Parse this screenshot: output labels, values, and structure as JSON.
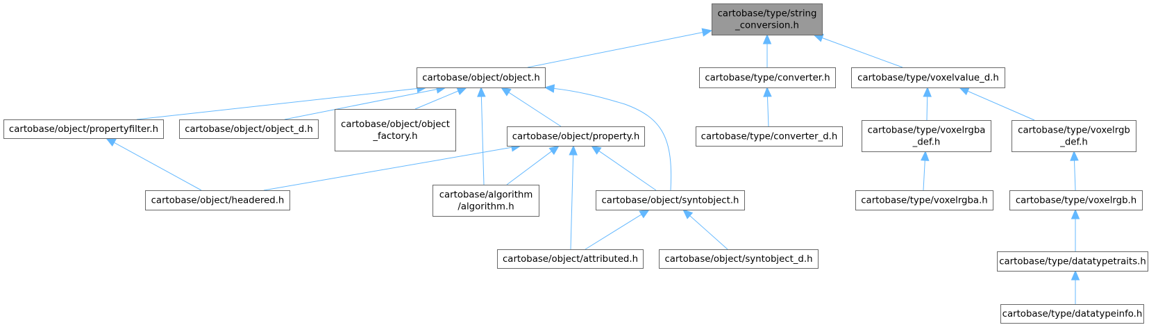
{
  "diagram": {
    "type": "include-dependency-graph",
    "colors": {
      "edge": "#63b8ff",
      "root_fill": "#999999",
      "node_fill": "#ffffff",
      "node_border": "#666666"
    },
    "nodes": [
      {
        "id": "string_conversion",
        "lines": [
          "cartobase/type/string",
          "_conversion.h"
        ],
        "root": true
      },
      {
        "id": "object",
        "lines": [
          "cartobase/object/object.h"
        ]
      },
      {
        "id": "converter",
        "lines": [
          "cartobase/type/converter.h"
        ]
      },
      {
        "id": "voxelvalue_d",
        "lines": [
          "cartobase/type/voxelvalue_d.h"
        ]
      },
      {
        "id": "propertyfilter",
        "lines": [
          "cartobase/object/propertyfilter.h"
        ]
      },
      {
        "id": "object_d",
        "lines": [
          "cartobase/object/object_d.h"
        ]
      },
      {
        "id": "object_factory",
        "lines": [
          "cartobase/object/object",
          "_factory.h"
        ]
      },
      {
        "id": "property",
        "lines": [
          "cartobase/object/property.h"
        ]
      },
      {
        "id": "converter_d",
        "lines": [
          "cartobase/type/converter_d.h"
        ]
      },
      {
        "id": "voxelrgba_def",
        "lines": [
          "cartobase/type/voxelrgba",
          "_def.h"
        ]
      },
      {
        "id": "voxelrgb_def",
        "lines": [
          "cartobase/type/voxelrgb",
          "_def.h"
        ]
      },
      {
        "id": "headered",
        "lines": [
          "cartobase/object/headered.h"
        ]
      },
      {
        "id": "algorithm",
        "lines": [
          "cartobase/algorithm",
          "/algorithm.h"
        ]
      },
      {
        "id": "syntobject",
        "lines": [
          "cartobase/object/syntobject.h"
        ]
      },
      {
        "id": "voxelrgba",
        "lines": [
          "cartobase/type/voxelrgba.h"
        ]
      },
      {
        "id": "voxelrgb",
        "lines": [
          "cartobase/type/voxelrgb.h"
        ]
      },
      {
        "id": "attributed",
        "lines": [
          "cartobase/object/attributed.h"
        ]
      },
      {
        "id": "syntobject_d",
        "lines": [
          "cartobase/object/syntobject_d.h"
        ]
      },
      {
        "id": "datatypetraits",
        "lines": [
          "cartobase/type/datatypetraits.h"
        ]
      },
      {
        "id": "datatypeinfo",
        "lines": [
          "cartobase/type/datatypeinfo.h"
        ]
      }
    ],
    "edges": [
      {
        "from": "object",
        "to": "string_conversion"
      },
      {
        "from": "converter",
        "to": "string_conversion"
      },
      {
        "from": "voxelvalue_d",
        "to": "string_conversion"
      },
      {
        "from": "propertyfilter",
        "to": "object"
      },
      {
        "from": "object_d",
        "to": "object"
      },
      {
        "from": "object_factory",
        "to": "object"
      },
      {
        "from": "algorithm",
        "to": "object"
      },
      {
        "from": "property",
        "to": "object"
      },
      {
        "from": "syntobject",
        "to": "object"
      },
      {
        "from": "converter_d",
        "to": "converter"
      },
      {
        "from": "voxelrgba_def",
        "to": "voxelvalue_d"
      },
      {
        "from": "voxelrgb_def",
        "to": "voxelvalue_d"
      },
      {
        "from": "headered",
        "to": "propertyfilter"
      },
      {
        "from": "headered",
        "to": "property"
      },
      {
        "from": "algorithm",
        "to": "property"
      },
      {
        "from": "attributed",
        "to": "property"
      },
      {
        "from": "syntobject",
        "to": "property"
      },
      {
        "from": "attributed",
        "to": "syntobject"
      },
      {
        "from": "syntobject_d",
        "to": "syntobject"
      },
      {
        "from": "voxelrgba",
        "to": "voxelrgba_def"
      },
      {
        "from": "voxelrgb",
        "to": "voxelrgb_def"
      },
      {
        "from": "datatypetraits",
        "to": "voxelrgb"
      },
      {
        "from": "datatypeinfo",
        "to": "datatypetraits"
      }
    ]
  }
}
